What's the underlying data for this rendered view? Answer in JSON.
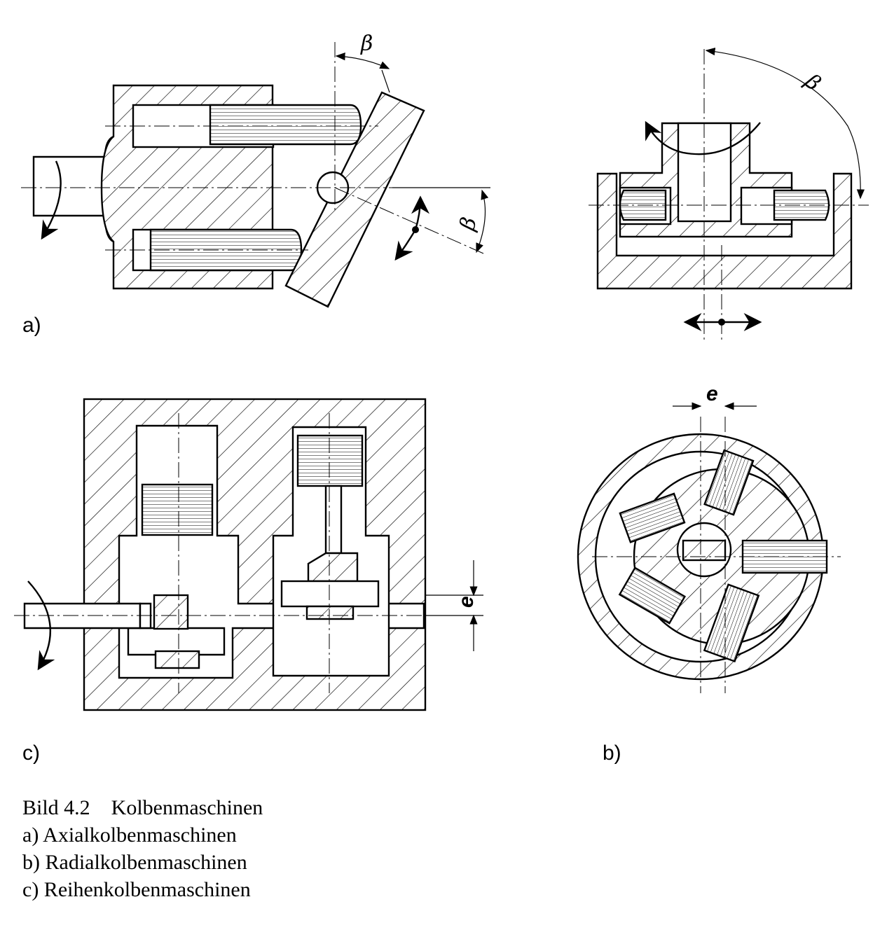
{
  "labels": {
    "a": "a)",
    "b": "b)",
    "c": "c)"
  },
  "dimensions": {
    "beta": "β",
    "e": "e"
  },
  "caption": {
    "title": "Bild 4.2    Kolbenmaschinen",
    "lines": [
      "a) Axialkolbenmaschinen",
      "b) Radialkolbenmaschinen",
      "c) Reihenkolbenmaschinen"
    ]
  },
  "colors": {
    "ink": "#000000",
    "bleed_through": "#c8c8c8"
  }
}
